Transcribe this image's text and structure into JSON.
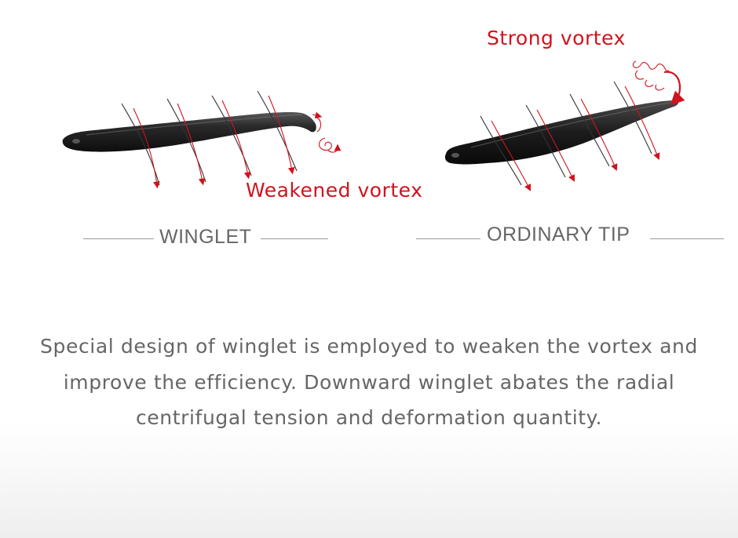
{
  "colors": {
    "accent_red": "#d0131d",
    "text_gray": "#666666",
    "blade_dark": "#1f1f1f"
  },
  "annotations": {
    "strong_vortex": "Strong vortex",
    "weakened_vortex": "Weakened vortex"
  },
  "labels": {
    "winglet": "WINGLET",
    "ordinary_tip": "ORDINARY TIP"
  },
  "description": {
    "line1": "Special design of winglet is employed to weaken the vortex and",
    "line2": "improve the efficiency. Downward winglet abates the radial",
    "line3": "centrifugal tension and deformation quantity."
  },
  "icons": [
    "winglet-blade-icon",
    "ordinary-blade-icon",
    "airflow-arrow-icon",
    "vortex-spiral-icon"
  ]
}
